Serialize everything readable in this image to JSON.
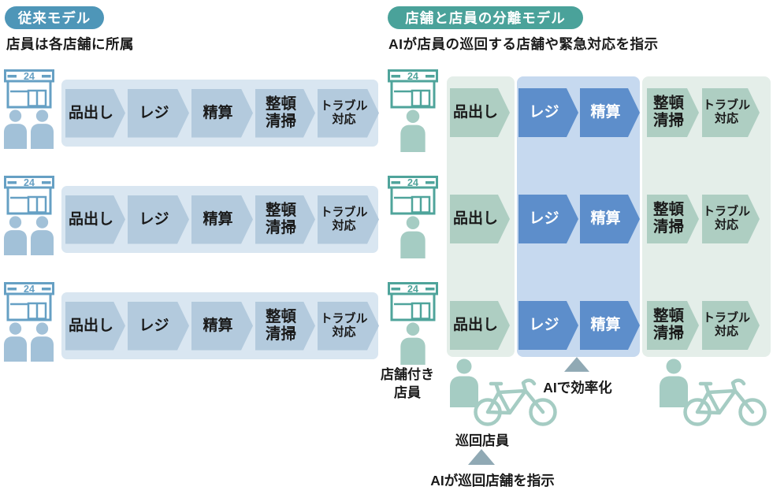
{
  "left_model": {
    "badge": "従来モデル",
    "caption": "店員は各店舗に所属",
    "store_sign": "24",
    "steps": [
      "品出し",
      "レジ",
      "精算",
      "整頓\n清掃",
      "トラブル\n対応"
    ]
  },
  "right_model": {
    "badge": "店舗と店員の分離モデル",
    "caption": "AIが店員の巡回する店舗や緊急対応を指示",
    "store_sign": "24",
    "instore_step": "品出し",
    "ai_steps": [
      "レジ",
      "精算"
    ],
    "patrol_steps": [
      "整頓\n清掃",
      "トラブル\n対応"
    ],
    "store_staff_label": "店舗付き\n店員",
    "patrol_staff_label": "巡回店員",
    "ai_efficiency_label": "AIで効率化",
    "ai_patrol_label": "AIが巡回店舗を指示"
  },
  "colors": {
    "badge_left": "#4e96b8",
    "badge_right": "#4aa29a",
    "band_left": "#d9e6f1",
    "chevron_left": "#b3cadd",
    "band_green": "#e4eee9",
    "chevron_green": "#aecec2",
    "band_blue": "#c6d9ef",
    "chevron_blue": "#5d8ecb",
    "store_icon_left": "#66a0c4",
    "person_left": "#a2c1d8",
    "store_icon_right": "#4fa49b",
    "person_right": "#a5ccc3",
    "triangle": "#90a9b4"
  }
}
